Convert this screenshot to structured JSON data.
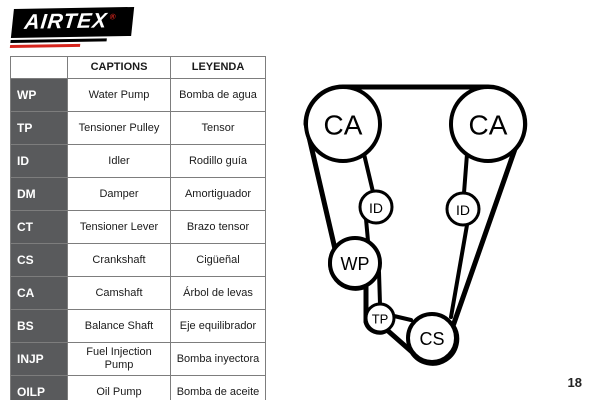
{
  "logo": {
    "brand": "AIRTEX",
    "registered_mark": "®"
  },
  "legend_table": {
    "captions_header": "CAPTIONS",
    "leyenda_header": "LEYENDA",
    "rows": [
      {
        "abbr": "WP",
        "caption": "Water Pump",
        "leyenda": "Bomba de agua"
      },
      {
        "abbr": "TP",
        "caption": "Tensioner Pulley",
        "leyenda": "Tensor"
      },
      {
        "abbr": "ID",
        "caption": "Idler",
        "leyenda": "Rodillo guía"
      },
      {
        "abbr": "DM",
        "caption": "Damper",
        "leyenda": "Amortiguador"
      },
      {
        "abbr": "CT",
        "caption": "Tensioner Lever",
        "leyenda": "Brazo tensor"
      },
      {
        "abbr": "CS",
        "caption": "Crankshaft",
        "leyenda": "Cigüeñal"
      },
      {
        "abbr": "CA",
        "caption": "Camshaft",
        "leyenda": "Árbol de levas"
      },
      {
        "abbr": "BS",
        "caption": "Balance Shaft",
        "leyenda": "Eje equilibrador"
      },
      {
        "abbr": "INJP",
        "caption": "Fuel Injection Pump",
        "leyenda": "Bomba inyectora"
      },
      {
        "abbr": "OILP",
        "caption": "Oil Pump",
        "leyenda": "Bomba de aceite"
      }
    ]
  },
  "diagram": {
    "labels": {
      "ca_left": "CA",
      "ca_right": "CA",
      "id_left": "ID",
      "id_right": "ID",
      "wp": "WP",
      "tp": "TP",
      "cs": "CS"
    }
  },
  "page_number": "18",
  "colors": {
    "abbr_cell_bg": "#595a5c",
    "logo_red": "#d6251d",
    "belt_black": "#000000"
  }
}
